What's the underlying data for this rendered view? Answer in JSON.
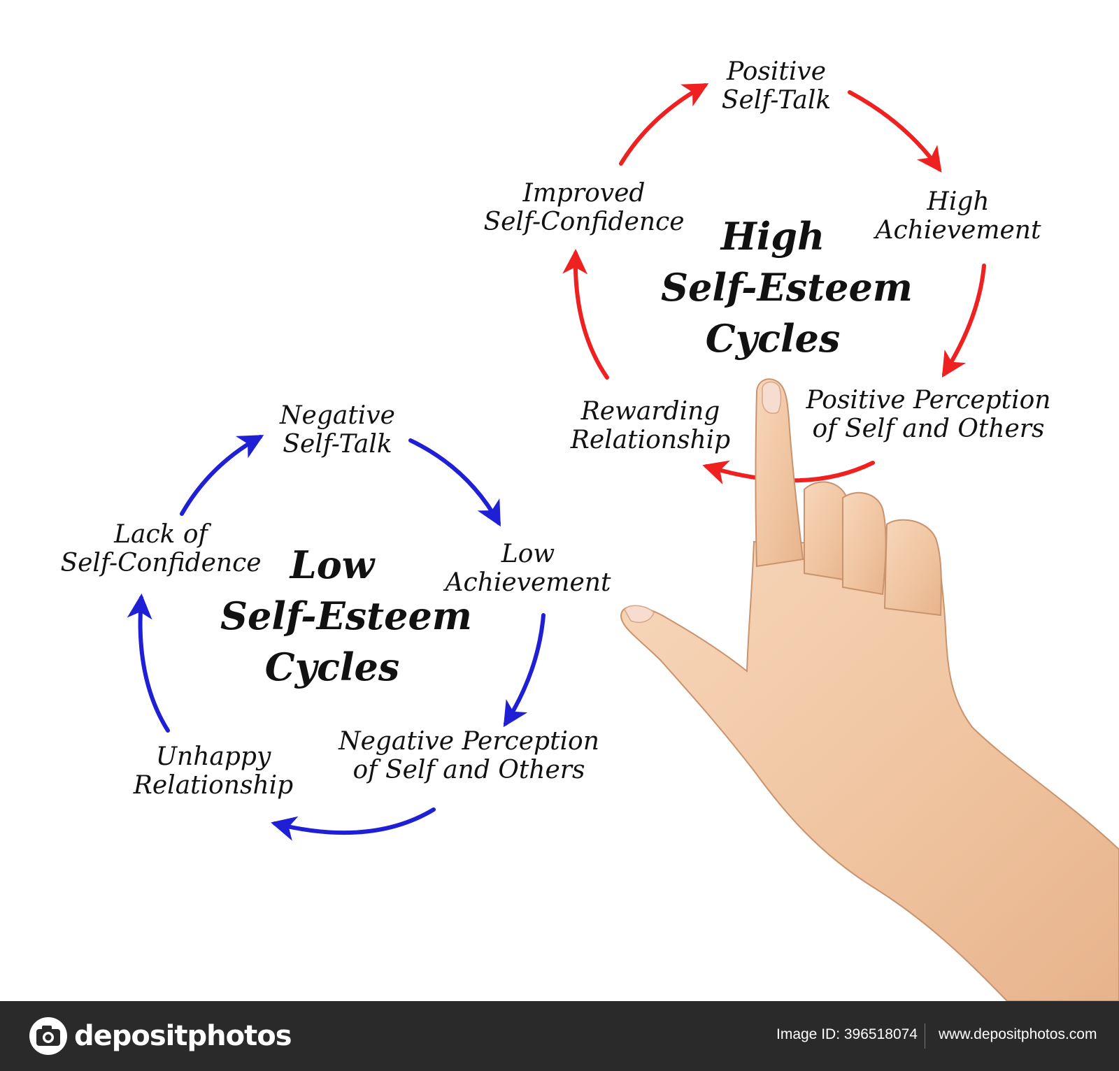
{
  "colors": {
    "high_cycle_arrows": "#ef2020",
    "low_cycle_arrows": "#1f1fd6",
    "text": "#111111",
    "footer_bg": "#2a2a2a",
    "footer_text": "#ffffff",
    "skin": "#f2c9a6"
  },
  "high_cycle": {
    "title": [
      "High",
      "Self-Esteem",
      "Cycles"
    ],
    "nodes": [
      {
        "id": "positive-self-talk",
        "lines": [
          "Positive",
          "Self-Talk"
        ]
      },
      {
        "id": "high-achievement",
        "lines": [
          "High",
          "Achievement"
        ]
      },
      {
        "id": "positive-perception",
        "lines": [
          "Positive Perception",
          "of Self and Others"
        ]
      },
      {
        "id": "rewarding-relationship",
        "lines": [
          "Rewarding",
          "Relationship"
        ]
      },
      {
        "id": "improved-self-confidence",
        "lines": [
          "Improved",
          "Self-Confidence"
        ]
      }
    ]
  },
  "low_cycle": {
    "title": [
      "Low",
      "Self-Esteem",
      "Cycles"
    ],
    "nodes": [
      {
        "id": "negative-self-talk",
        "lines": [
          "Negative",
          "Self-Talk"
        ]
      },
      {
        "id": "low-achievement",
        "lines": [
          "Low",
          "Achievement"
        ]
      },
      {
        "id": "negative-perception",
        "lines": [
          "Negative Perception",
          "of Self and Others"
        ]
      },
      {
        "id": "unhappy-relationship",
        "lines": [
          "Unhappy",
          "Relationship"
        ]
      },
      {
        "id": "lack-of-self-confidence",
        "lines": [
          "Lack of",
          "Self-Confidence"
        ]
      }
    ]
  },
  "pointing_hand": {
    "icon": "pointing-hand-photo"
  },
  "footer": {
    "brand": "depositphotos",
    "brand_icon": "camera-icon",
    "image_id": "Image ID: 396518074",
    "url": "www.depositphotos.com"
  }
}
